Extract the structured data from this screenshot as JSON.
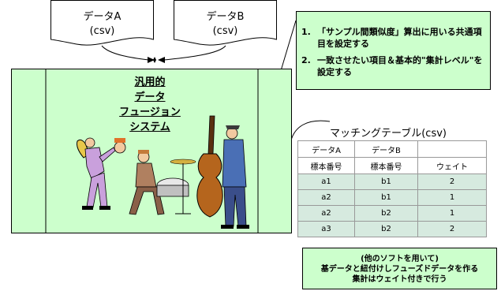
{
  "files": [
    {
      "name": "データA",
      "format": "(csv)"
    },
    {
      "name": "データB",
      "format": "(csv)"
    }
  ],
  "system": {
    "lines": [
      "汎用的",
      "データ",
      "フュージョン",
      "システム"
    ]
  },
  "note": {
    "items": [
      {
        "number": "1.",
        "text": "「サンプル間類似度」算出に用いる共通項目を設定する"
      },
      {
        "number": "2.",
        "text": "一致させたい項目＆基本的\"集計レベル\"を設定する"
      }
    ]
  },
  "matching_table": {
    "title": "マッチングテーブル(csv)",
    "headers": [
      {
        "line1": "データA",
        "line2": "標本番号"
      },
      {
        "line1": "データB",
        "line2": "標本番号"
      },
      {
        "line1": "",
        "line2": "ウェイト"
      }
    ],
    "rows": [
      [
        "a1",
        "b1",
        "2"
      ],
      [
        "a2",
        "b1",
        "1"
      ],
      [
        "a2",
        "b2",
        "1"
      ],
      [
        "a3",
        "b2",
        "2"
      ]
    ]
  },
  "footer": {
    "lines": [
      "(他のソフトを用いて)",
      "基データと紐付けしフューズドデータを作る",
      "集計はウェイト付きで行う"
    ]
  },
  "colors": {
    "system_fill": "#ccffcc",
    "note_fill": "#ccffcc",
    "table_cell": "#d6eadf"
  },
  "illustration": {
    "icon": "jazz-band-clipart-icon"
  }
}
